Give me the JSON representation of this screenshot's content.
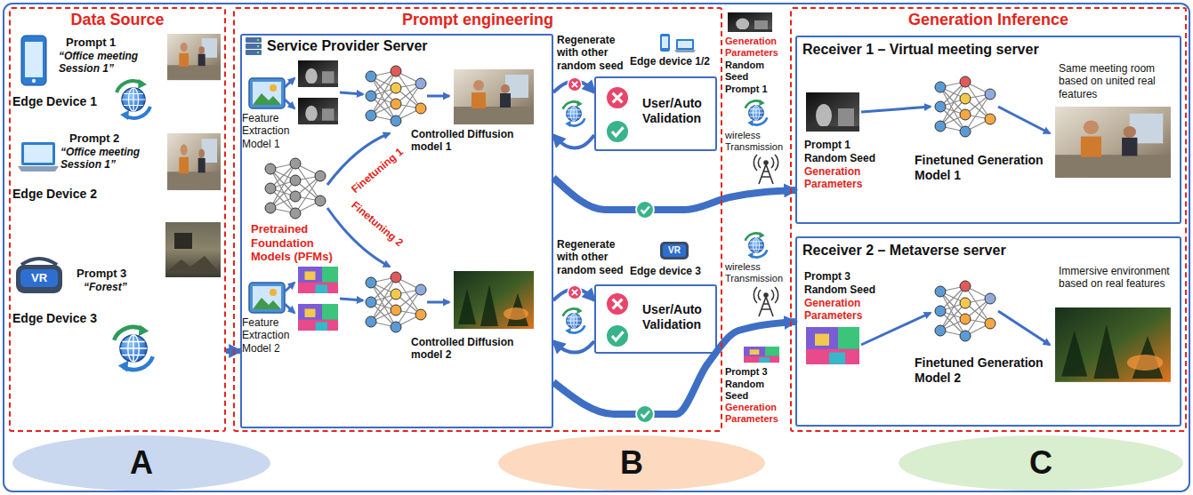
{
  "diagram": {
    "nodes": [
      {
        "text": [
          "Data Source"
        ]
      },
      {
        "text": [
          "Prompt engineering"
        ]
      },
      {
        "text": [
          "Service Provider Server"
        ],
        "in": 1
      },
      {
        "text": [
          "Edge device 1/2",
          "User/Auto Validation"
        ],
        "in": 1
      },
      {
        "text": [
          "Edge device 3",
          "User/Auto Validation"
        ],
        "in": 1
      },
      {
        "text": [
          "Generation Inference"
        ]
      },
      {
        "text": [
          "Receiver 1 – Virtual meeting server",
          "Prompt 1",
          "Random Seed",
          "Generation Parameters",
          "Finetuned Generation Model 1",
          "Same meeting room based on united real features"
        ],
        "in": 5
      },
      {
        "text": [
          "Receiver 2 – Metaverse server",
          "Prompt 3",
          "Random Seed",
          "Generation Parameters",
          "Finetuned Generation Model 2",
          "Immersive environment based on real features"
        ],
        "in": 5
      },
      {
        "text": [
          "A"
        ]
      },
      {
        "text": [
          "B"
        ]
      },
      {
        "text": [
          "C"
        ]
      }
    ],
    "edges": [
      {
        "from": 0,
        "to": 2,
        "arrow": "to"
      },
      {
        "from": 2,
        "to": 3,
        "arrow": "to"
      },
      {
        "from": 3,
        "to": 2,
        "arrow": "to"
      },
      {
        "from": 2,
        "to": 6,
        "arrow": "to"
      },
      {
        "from": 2,
        "to": 4,
        "arrow": "to"
      },
      {
        "from": 4,
        "to": 2,
        "arrow": "to"
      },
      {
        "from": 2,
        "to": 7,
        "arrow": "to"
      }
    ],
    "labels": [
      "Prompt 1",
      "“Office meeting Session 1”",
      "Edge Device 1",
      "Prompt 2",
      "“Office meeting Session 1”",
      "Edge Device 2",
      "VR",
      "Prompt 3",
      "“Forest”",
      "Edge Device 3",
      "Feature Extraction Model 1",
      "Controlled Diffusion model 1",
      "Pretrained Foundation Models (PFMs)",
      "Finetuning 1",
      "Finetuning 2",
      "Feature Extraction Model 2",
      "Controlled Diffusion model 2",
      "Regenerate with other random seed",
      "Regenerate with other random seed",
      "VR",
      "Generation Parameters",
      "Random Seed",
      "Prompt 1",
      "wireless Transmission",
      "wireless Transmission",
      "Prompt 3",
      "Random Seed",
      "Generation Parameters"
    ]
  }
}
